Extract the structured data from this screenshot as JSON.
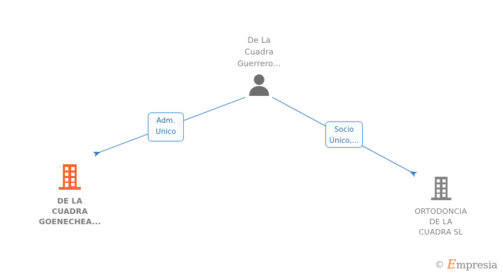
{
  "diagram": {
    "type": "organization-relationship-graph",
    "background_color": "#ffffff",
    "edge_color": "#4a86c8",
    "nodes": [
      {
        "id": "person",
        "kind": "person",
        "label": "De La\nCuadra\nGuerrero...",
        "icon": "person-icon",
        "icon_color": "#6e6e6e",
        "text_color": "#808080"
      },
      {
        "id": "company-left",
        "kind": "company",
        "label": "DE LA\nCUADRA\nGOENECHEA...",
        "icon": "building-icon",
        "icon_color": "#fa6433",
        "text_color": "#7a7a7a"
      },
      {
        "id": "company-right",
        "kind": "company",
        "label": "ORTODONCIA\nDE LA\nCUADRA SL",
        "icon": "building-icon",
        "icon_color": "#808080",
        "text_color": "#808080"
      }
    ],
    "edges": [
      {
        "id": "edge-adm",
        "from": "person",
        "to": "company-left",
        "label": "Adm.\nUnico",
        "label_color": "#2e6fad",
        "border_color": "#5b9bd5"
      },
      {
        "id": "edge-socio",
        "from": "person",
        "to": "company-right",
        "label": "Socio\nÚnico,...",
        "label_color": "#2e6fad",
        "border_color": "#5b9bd5"
      }
    ]
  },
  "watermark": {
    "copyright_symbol": "©",
    "brand_initial": "E",
    "brand_rest": "mpresia",
    "accent_color": "#f07c2a"
  }
}
